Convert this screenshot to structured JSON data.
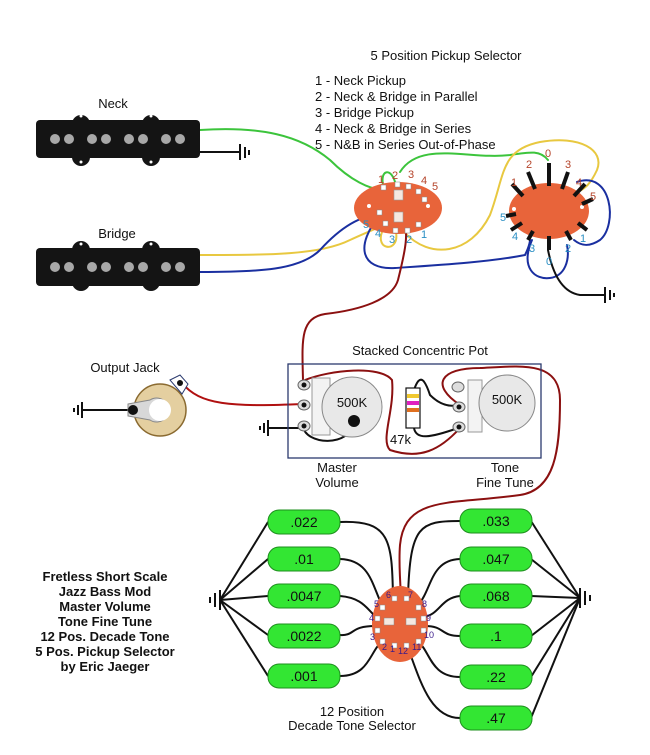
{
  "title_block": {
    "lines": [
      "Fretless Short Scale",
      "Jazz Bass Mod",
      "Master Volume",
      "Tone Fine Tune",
      "12 Pos. Decade Tone",
      "5 Pos. Pickup Selector",
      "by Eric Jaeger"
    ]
  },
  "pickups": {
    "neck_label": "Neck",
    "bridge_label": "Bridge"
  },
  "selector": {
    "title": "5 Position Pickup Selector",
    "positions": [
      "1 - Neck Pickup",
      "2 - Neck & Bridge in Parallel",
      "3 - Bridge Pickup",
      "4 - Neck & Bridge in Series",
      "5 - N&B in Series Out-of-Phase"
    ],
    "left_switch_top_lugs": [
      "1",
      "2",
      "3",
      "4",
      "5"
    ],
    "left_switch_bottom_lugs": [
      "5",
      "4",
      "3",
      "2",
      "1"
    ],
    "right_switch_top_lugs": [
      "0",
      "1",
      "2",
      "3",
      "4",
      "5"
    ],
    "right_switch_bottom_lugs": [
      "0",
      "1",
      "2",
      "3",
      "4",
      "5"
    ]
  },
  "output_jack": {
    "label": "Output Jack"
  },
  "stacked_pot": {
    "title": "Stacked Concentric Pot",
    "volume_value": "500K",
    "tone_value": "500K",
    "resistor_value": "47k",
    "volume_label": [
      "Master",
      "Volume"
    ],
    "tone_label": [
      "Tone",
      "Fine Tune"
    ]
  },
  "decade_selector": {
    "label": [
      "12 Position",
      "Decade Tone Selector"
    ],
    "lug_numbers": [
      "1",
      "2",
      "3",
      "4",
      "5",
      "6",
      "7",
      "8",
      "9",
      "10",
      "11",
      "12"
    ],
    "left_caps": [
      ".022",
      ".01",
      ".0047",
      ".0022",
      ".001"
    ],
    "right_caps": [
      ".033",
      ".047",
      ".068",
      ".1",
      ".22",
      ".47"
    ]
  },
  "colors": {
    "cap_fill": "#33e633",
    "cap_stroke": "#1e8f1e",
    "switch_body": "#e8643a",
    "wire_green": "#3cc43c",
    "wire_yellow": "#e8c840",
    "wire_blue": "#1a2fa0",
    "wire_red": "#8b1010",
    "wire_black": "#111111",
    "pickup_body": "#141414",
    "pole_piece": "#a8a8a8",
    "lug_num_red": "#b5442a",
    "lug_num_blue": "#2a8fc4",
    "box_border": "#2b3a6e"
  }
}
